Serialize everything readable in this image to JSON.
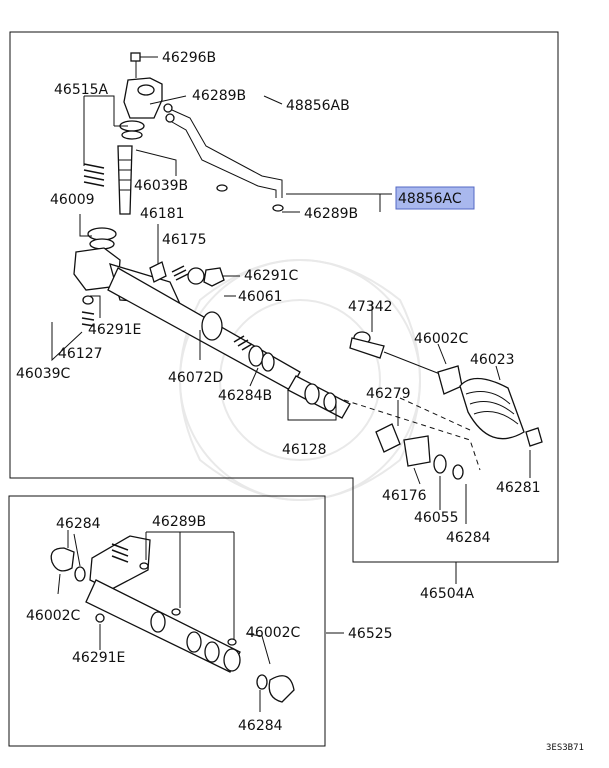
{
  "labels": {
    "p46296B": "46296B",
    "p46515A": "46515A",
    "p46289B_top": "46289B",
    "p48856AB": "48856AB",
    "p46039B": "46039B",
    "p48856AC": "48856AC",
    "p46009": "46009",
    "p46181": "46181",
    "p46289B_mid": "46289B",
    "p46175": "46175",
    "p46291C": "46291C",
    "p46061": "46061",
    "p47342": "47342",
    "p46291E_top": "46291E",
    "p46002C_top": "46002C",
    "p46023": "46023",
    "p46127": "46127",
    "p46039C": "46039C",
    "p46072D": "46072D",
    "p46279": "46279",
    "p46284B": "46284B",
    "p46128": "46128",
    "p46176": "46176",
    "p46281": "46281",
    "p46055": "46055",
    "p46284_top": "46284",
    "p46504A": "46504A",
    "p46284_lower": "46284",
    "p46289B_lower": "46289B",
    "p46002C_left": "46002C",
    "p46002C_right": "46002C",
    "p46525": "46525",
    "p46291E_lower": "46291E",
    "p46284_bottom": "46284",
    "code": "3ES3B71"
  },
  "highlight_color": "#a9b8ee"
}
